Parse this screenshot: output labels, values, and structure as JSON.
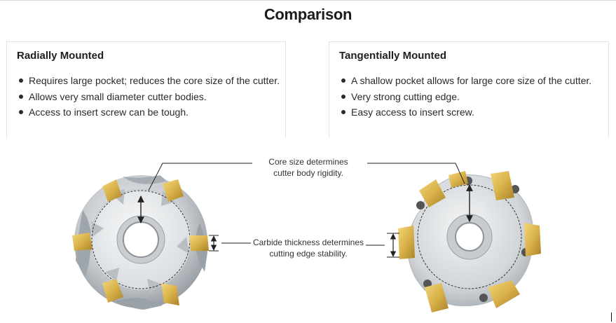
{
  "title": "Comparison",
  "panels": {
    "radial": {
      "heading": "Radially Mounted",
      "bullets": [
        "Requires large pocket; reduces the core size of the cutter.",
        "Allows very small diameter cutter bodies.",
        "Access to insert screw can be tough."
      ]
    },
    "tangential": {
      "heading": "Tangentially Mounted",
      "bullets": [
        "A shallow pocket allows for large core size of the cutter.",
        "Very strong cutting edge.",
        "Easy access to insert screw."
      ]
    }
  },
  "callouts": {
    "core": [
      "Core size determines",
      "cutter body rigidity."
    ],
    "carbide": [
      "Carbide thickness determines",
      "cutting edge stability."
    ]
  },
  "colors": {
    "carbide_gold": "#d9b24a",
    "steel_light": "#e4e6e8",
    "steel_dark": "#8f969c",
    "leader_line": "#222222"
  }
}
